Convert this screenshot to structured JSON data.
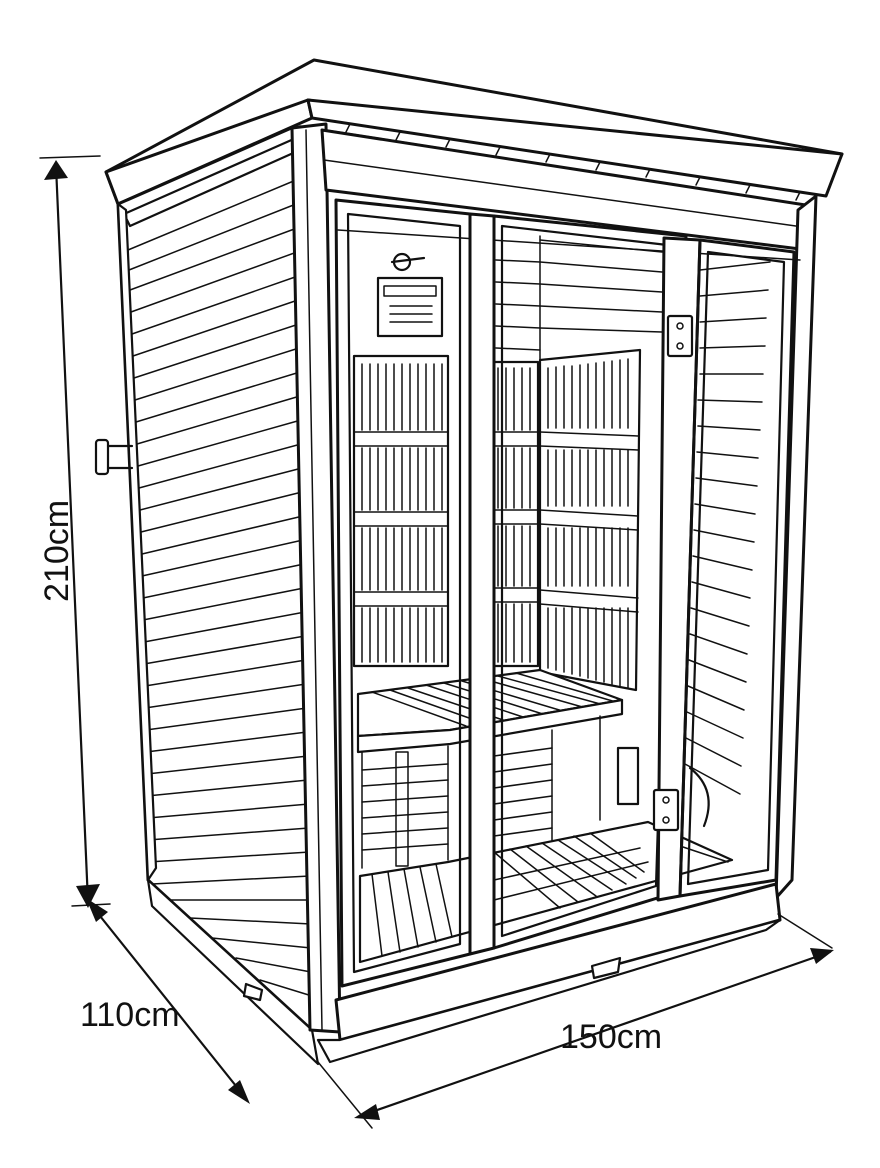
{
  "dimensions": {
    "height_label": "210cm",
    "depth_label": "110cm",
    "width_label": "150cm"
  },
  "colors": {
    "line": "#111111",
    "background": "#ffffff"
  }
}
